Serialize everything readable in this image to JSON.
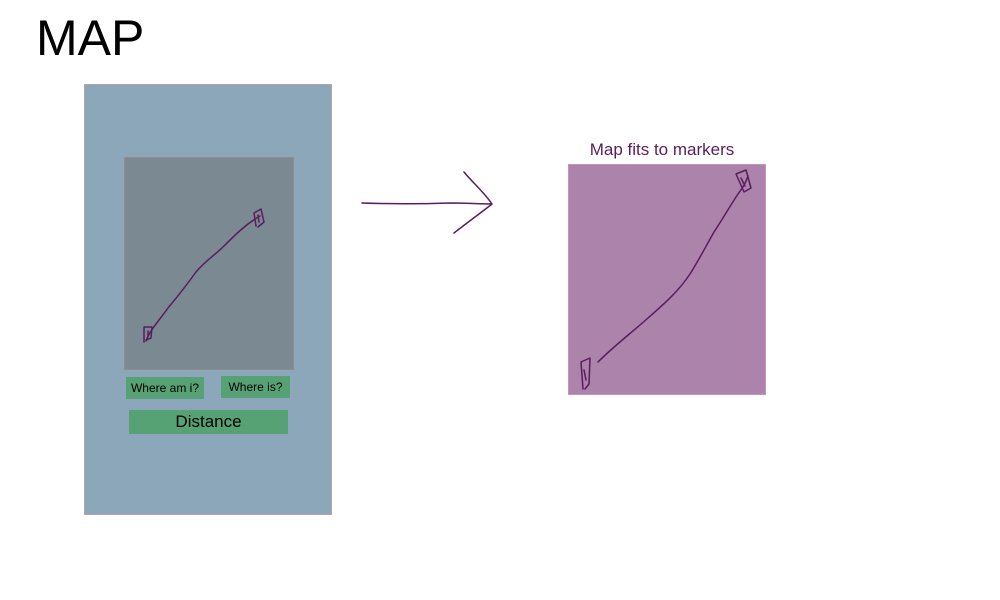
{
  "title": "MAP",
  "phone": {
    "buttons": {
      "where_am_i": "Where am i?",
      "where_is": "Where is?",
      "distance": "Distance"
    }
  },
  "result": {
    "caption": "Map fits to markers"
  },
  "colors": {
    "phone_bg": "#8ba7b9",
    "map_bg": "#7a8992",
    "button_bg": "#56a274",
    "result_bg": "#ab83ab",
    "ink": "#5a1d5e"
  },
  "icons": {
    "arrow": "hand-drawn-right-arrow",
    "marker": "map-marker-icon"
  }
}
